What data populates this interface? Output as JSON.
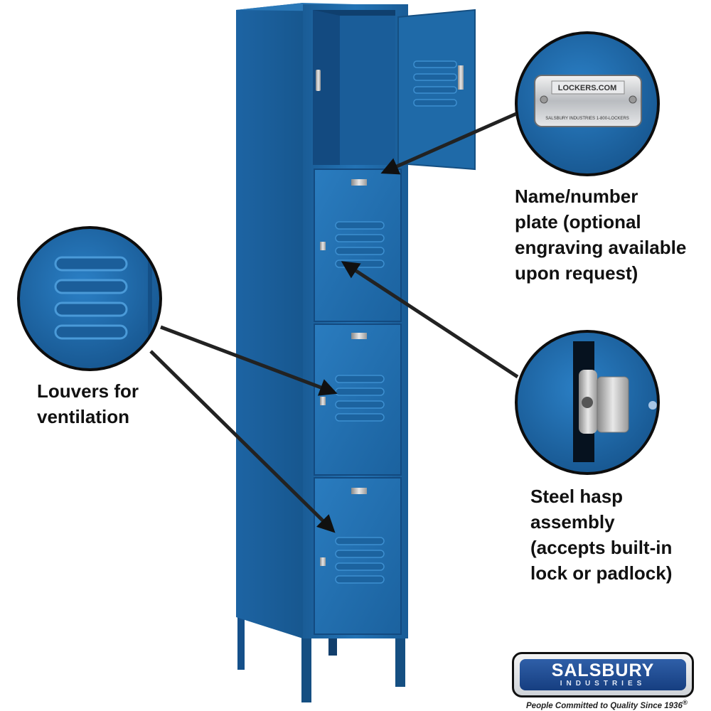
{
  "callouts": {
    "plate": "Name/number\nplate (optional\nengraving available\nupon request)",
    "louvers": "Louvers for\nventilation",
    "hasp": "Steel hasp\nassembly\n(accepts built-in\nlock or padlock)"
  },
  "plate_closeup": {
    "line1": "LOCKERS.COM",
    "line2": "SALSBURY INDUSTRIES   1-800-LOCKERS"
  },
  "brand": {
    "name": "SALSBURY",
    "sub": "INDUSTRIES",
    "tagline": "People Committed to Quality Since 1936",
    "registered": "®"
  },
  "colors": {
    "locker_blue": "#1f6aa8",
    "locker_dark": "#154f82",
    "background": "#ffffff"
  }
}
